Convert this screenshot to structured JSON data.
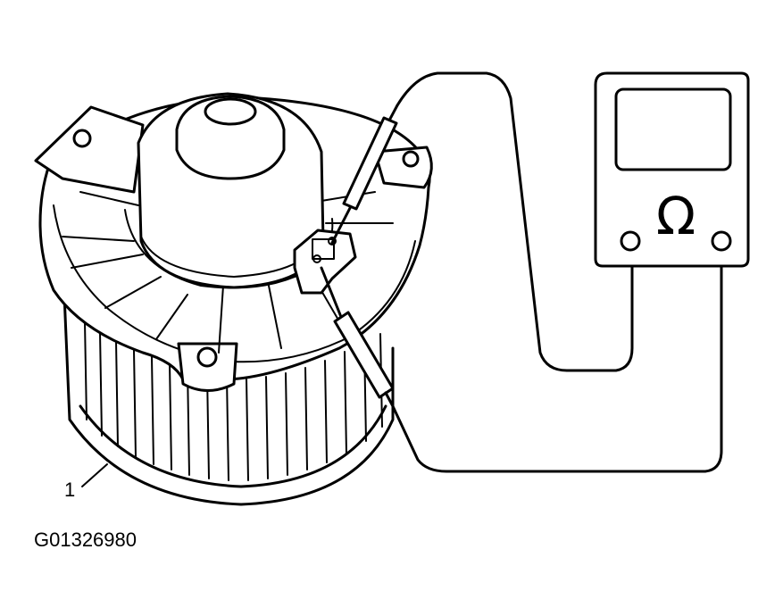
{
  "diagram": {
    "callout_number": "1",
    "figure_code": "G01326980",
    "meter_symbol": "Ω",
    "icons": [
      "blower-motor-icon",
      "ohmmeter-icon",
      "test-probe-icon",
      "connector-icon"
    ]
  }
}
